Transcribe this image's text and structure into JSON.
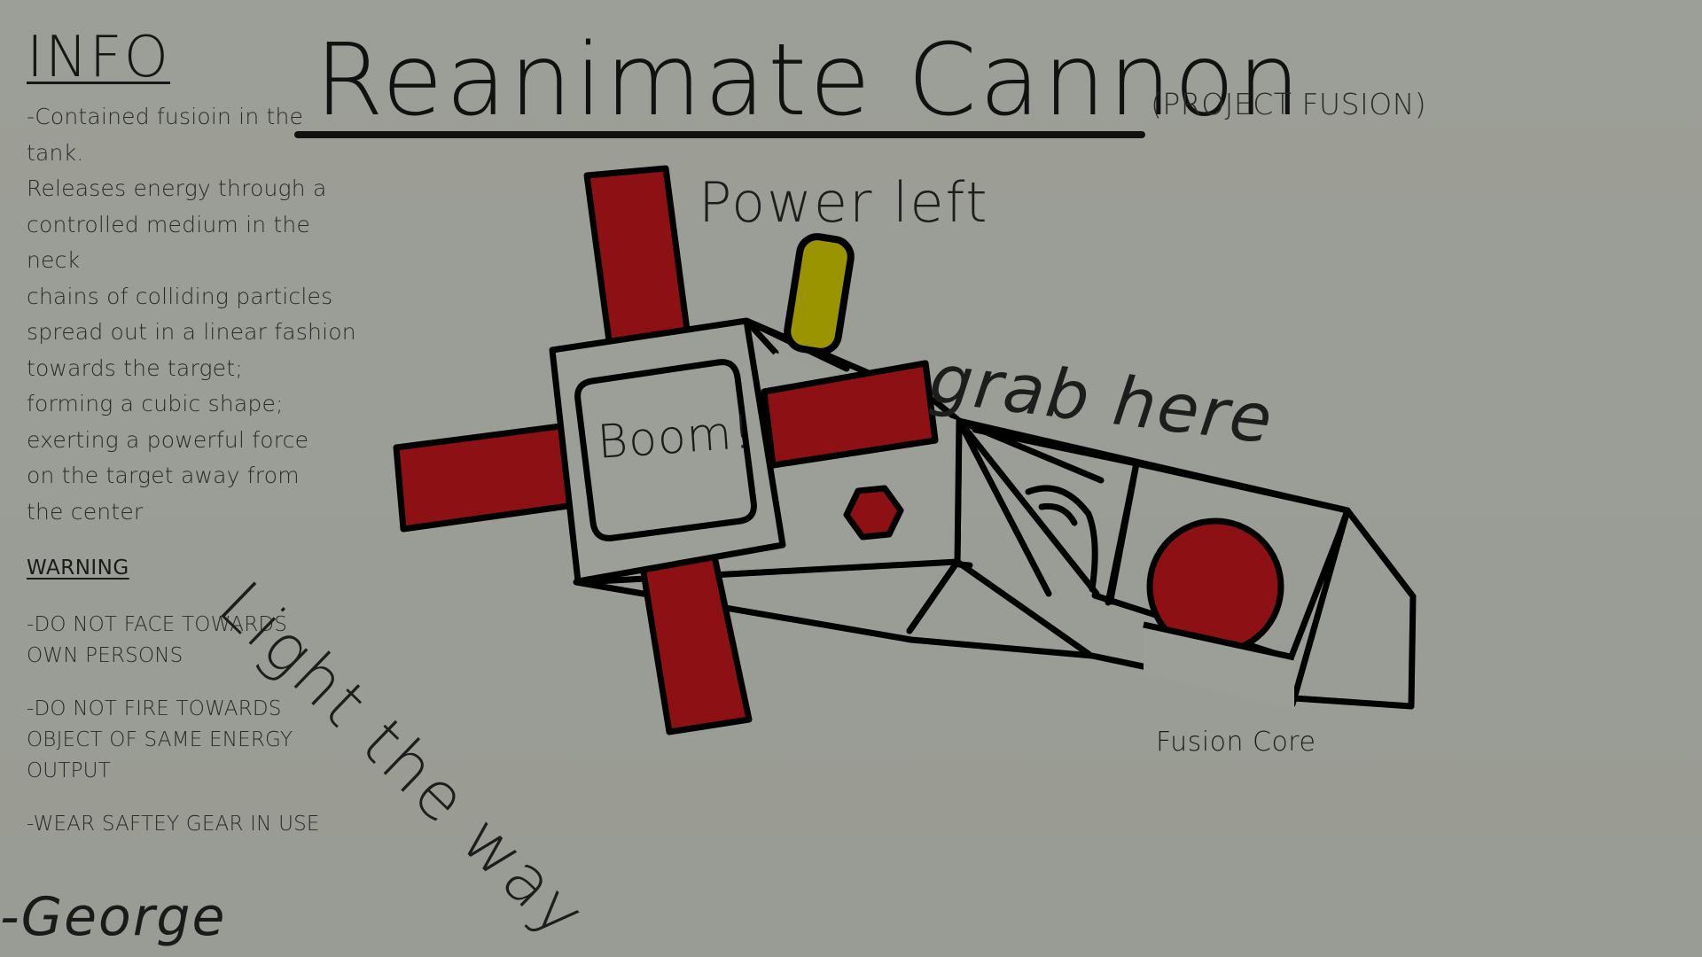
{
  "title": {
    "main": "Reanimate Cannon",
    "subtitle": "(PROJECT FUSION)"
  },
  "info": {
    "heading": "INFO",
    "lines": [
      "-Contained fusioin in the",
      "tank.",
      "Releases energy through a",
      "controlled medium in the",
      "neck",
      "chains of colliding particles",
      "spread out in a linear fashion",
      "towards the target;",
      "forming a cubic shape;",
      "exerting a powerful force",
      "on the target away from",
      "the center"
    ]
  },
  "warning": {
    "heading": "WARNING",
    "items": [
      [
        "-DO NOT FACE TOWARDS",
        "OWN PERSONS"
      ],
      [
        "-DO NOT FIRE TOWARDS",
        "OBJECT OF SAME ENERGY",
        "OUTPUT"
      ],
      [
        "-WEAR SAFTEY GEAR IN USE"
      ]
    ]
  },
  "labels": {
    "power": "Power left",
    "grab": "grab here",
    "light": "Light the way",
    "fusion_core": "Fusion Core",
    "boom": "Boom!"
  },
  "signature": "-George",
  "colors": {
    "background": "#9b9e96",
    "red": "#8c1014",
    "yellow": "#9a9400",
    "outline": "#000000",
    "body_fill": "#9c9f97"
  }
}
